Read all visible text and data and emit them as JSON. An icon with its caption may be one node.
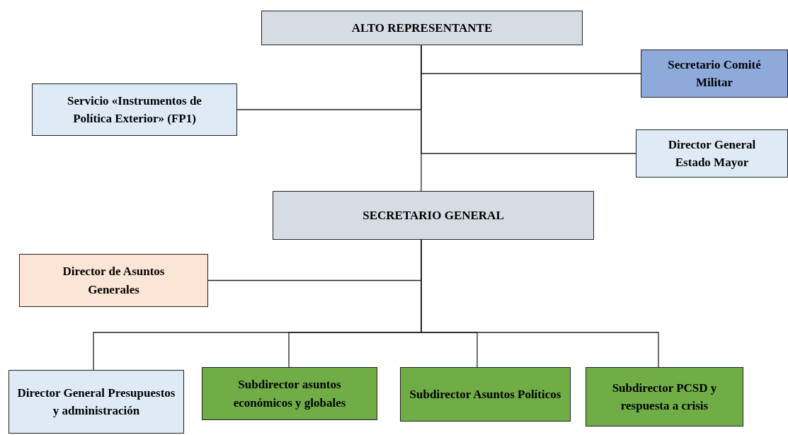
{
  "diagram": {
    "nodes": [
      {
        "text": [
          "ALTO REPRESENTANTE"
        ]
      },
      {
        "text": [
          "Secretario Comité Militar"
        ]
      },
      {
        "text": [
          "Servicio «Instrumentos de Política Exterior» (FP1)"
        ]
      },
      {
        "text": [
          "Director General Estado Mayor"
        ]
      },
      {
        "text": [
          "SECRETARIO GENERAL"
        ]
      },
      {
        "text": [
          "Director de Asuntos Generales"
        ]
      },
      {
        "text": [
          "Director General Presupuestos y administración"
        ]
      },
      {
        "text": [
          "Subdirector asuntos económicos y globales"
        ]
      },
      {
        "text": [
          "Subdirector Asuntos Políticos"
        ]
      },
      {
        "text": [
          "Subdirector PCSD y respuesta a crisis"
        ]
      }
    ],
    "edges": [
      {
        "from": 0,
        "to": 1,
        "arrow": "none"
      },
      {
        "from": 0,
        "to": 2,
        "arrow": "none"
      },
      {
        "from": 0,
        "to": 3,
        "arrow": "none"
      },
      {
        "from": 0,
        "to": 4,
        "arrow": "none"
      },
      {
        "from": 4,
        "to": 5,
        "arrow": "none"
      },
      {
        "from": 4,
        "to": 6,
        "arrow": "none"
      },
      {
        "from": 4,
        "to": 7,
        "arrow": "none"
      },
      {
        "from": 4,
        "to": 8,
        "arrow": "none"
      },
      {
        "from": 4,
        "to": 9,
        "arrow": "none"
      }
    ]
  }
}
